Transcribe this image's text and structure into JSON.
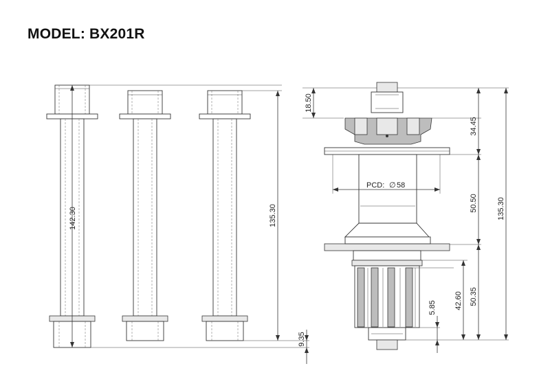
{
  "title": "MODEL:  BX201R",
  "dimensions": {
    "axle_length_1": "142.30",
    "axle_length_2": "135.30",
    "axle_cap_offset": "9.35",
    "hub_endcap": "18.50",
    "hub_rotor_mount": "34.45",
    "hub_flange_spacing": "50.50",
    "hub_overall": "135.30",
    "hub_cassette_top": "50.35",
    "hub_cassette_body": "42.60",
    "hub_cassette_end": "5.85",
    "pcd_label": "PCD:",
    "pcd_symbol": "∅",
    "pcd_value": "58"
  }
}
